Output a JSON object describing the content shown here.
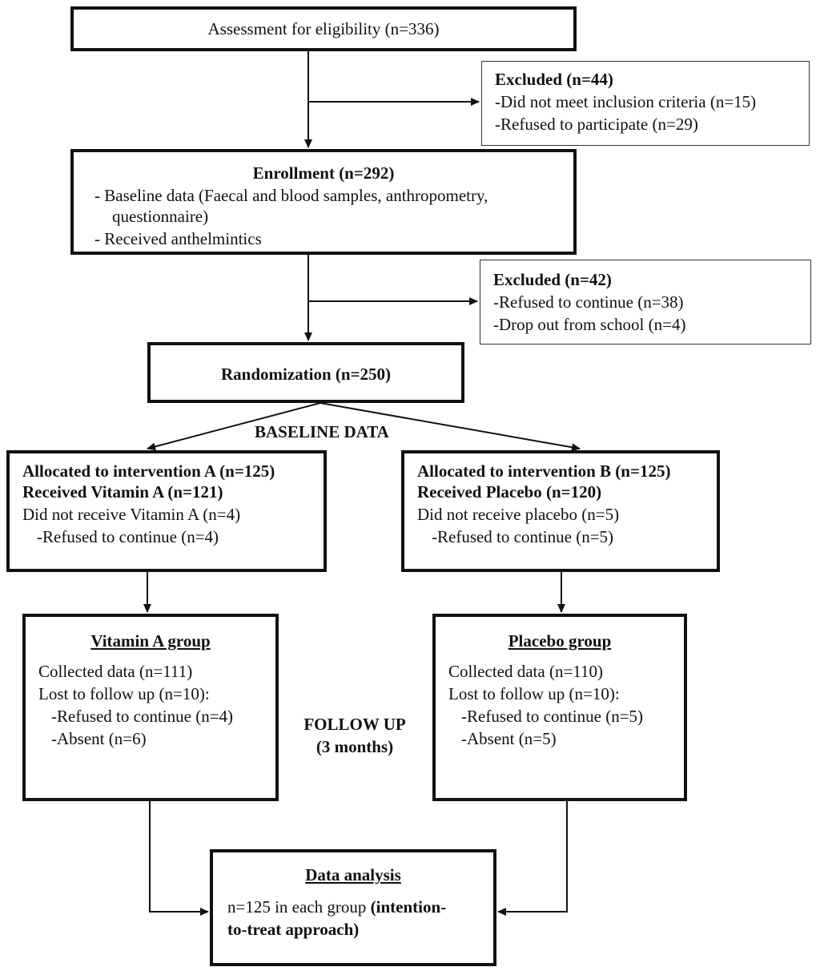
{
  "assessment": {
    "label": "Assessment for eligibility (n=336)"
  },
  "excluded1": {
    "title": "Excluded (n=44)",
    "items": [
      "-Did not meet inclusion criteria (n=15)",
      "-Refused to participate (n=29)"
    ]
  },
  "enrollment": {
    "title": "Enrollment (n=292)",
    "lines": [
      "- Baseline data (Faecal and blood samples, anthropometry,",
      "questionnaire)",
      "- Received anthelmintics"
    ]
  },
  "excluded2": {
    "title": "Excluded (n=42)",
    "items": [
      "-Refused to continue (n=38)",
      "-Drop out from school (n=4)"
    ]
  },
  "randomization": {
    "label": "Randomization (n=250)"
  },
  "baseline_label": "BASELINE DATA",
  "alloc_a": {
    "line1": "Allocated to intervention A (n=125)",
    "line2": "Received Vitamin A (n=121)",
    "line3": "Did not receive Vitamin A (n=4)",
    "line4": "-Refused to continue (n=4)"
  },
  "alloc_b": {
    "line1": "Allocated to intervention B (n=125)",
    "line2": "Received Placebo (n=120)",
    "line3": "Did not receive placebo (n=5)",
    "line4": "-Refused to continue (n=5)"
  },
  "group_a": {
    "title": "Vitamin A group",
    "line1": "Collected data (n=111)",
    "line2": "Lost to follow up (n=10):",
    "line3": "-Refused to continue (n=4)",
    "line4": "-Absent (n=6)"
  },
  "group_b": {
    "title": "Placebo group",
    "line1": "Collected data (n=110)",
    "line2": "Lost to follow up (n=10):",
    "line3": "-Refused to continue (n=5)",
    "line4": "-Absent (n=5)"
  },
  "followup": {
    "line1": "FOLLOW UP",
    "line2": "(3 months)"
  },
  "analysis": {
    "title": "Data analysis",
    "text_plain": "n=125 in each group ",
    "text_bold1": "(intention-",
    "text_bold2": "to-treat approach)"
  }
}
